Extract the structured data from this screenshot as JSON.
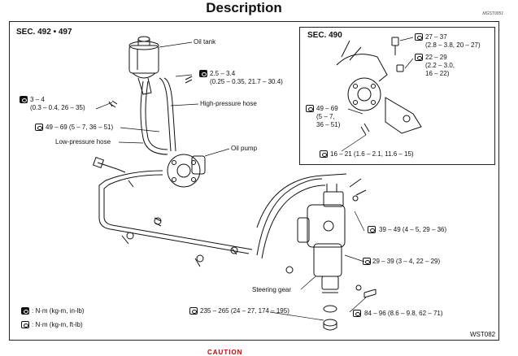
{
  "page": {
    "title": "Description",
    "code": "MGST0051",
    "figure_id": "WST082",
    "caution": "CAUTION"
  },
  "main": {
    "section": "SEC. 492 • 497",
    "labels": {
      "oil_tank": "Oil tank",
      "high_pressure_hose": "High-pressure hose",
      "low_pressure_hose": "Low-pressure hose",
      "oil_pump": "Oil pump",
      "steering_gear": "Steering gear"
    },
    "torques": {
      "t1": "2.5 – 3.4\n(0.25 – 0.35, 21.7 – 30.4)",
      "t2": "3 – 4\n(0.3 – 0.4, 26 – 35)",
      "t3": "49 – 69 (5 – 7, 36 – 51)",
      "t4": "39 – 49 (4 – 5, 29 – 36)",
      "t5": "29 – 39 (3 – 4, 22 – 29)",
      "t6": "235 – 265 (24 – 27, 174 – 195)",
      "t7": "84 – 96 (8.6 – 9.8, 62 – 71)"
    },
    "legend": {
      "solid": ": N·m (kg-m, in-lb)",
      "open": ": N·m (kg-m, ft-lb)"
    }
  },
  "inset": {
    "section": "SEC. 490",
    "torques": {
      "a": "27 – 37\n(2.8 – 3.8, 20 – 27)",
      "b": "22 – 29\n(2.2 – 3.0,\n16 – 22)",
      "c": "49 – 69\n(5 – 7,\n36 – 51)",
      "d": "16 – 21 (1.6 – 2.1, 11.6 – 15)"
    }
  }
}
